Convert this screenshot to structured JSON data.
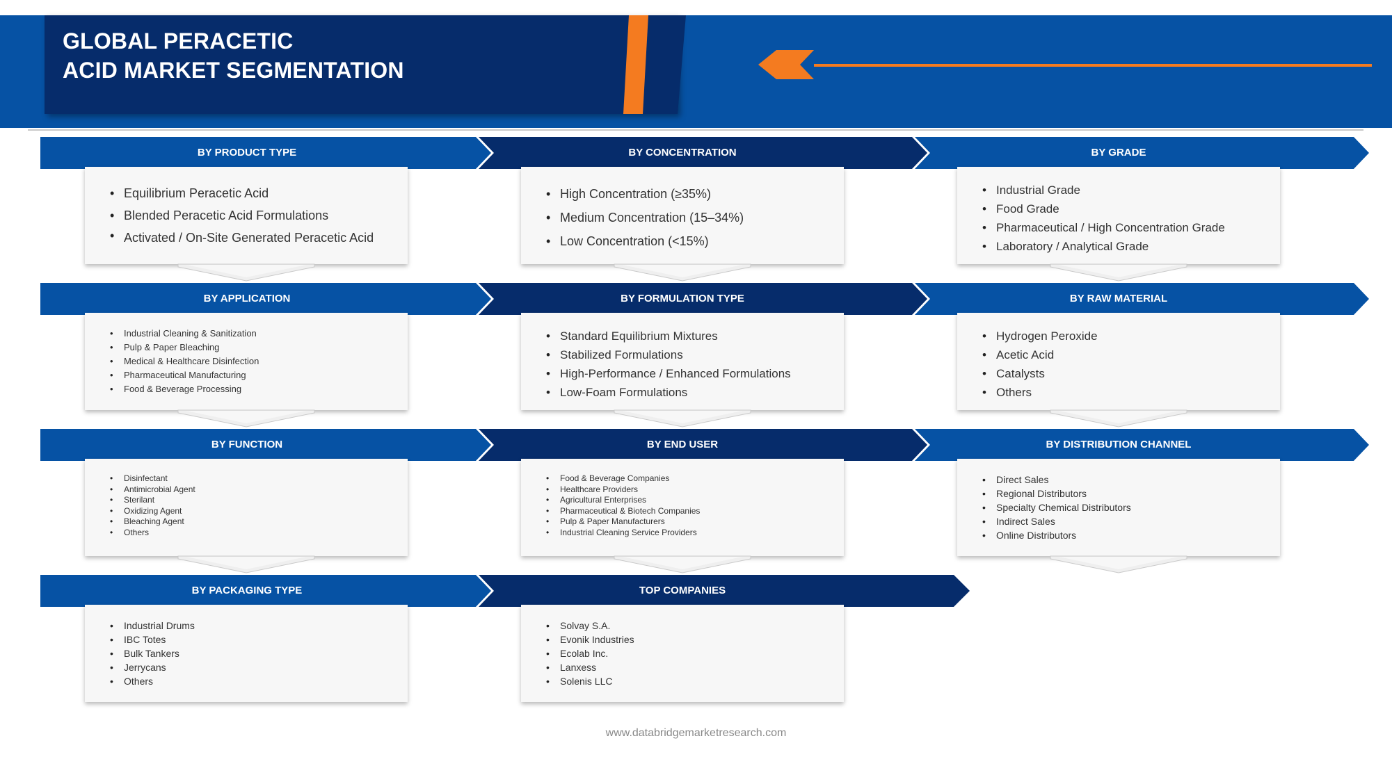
{
  "header": {
    "title_line1": "GLOBAL PERACETIC",
    "title_line2": "ACID MARKET SEGMENTATION"
  },
  "segments": [
    {
      "title": "BY PRODUCT TYPE",
      "items": [
        "Equilibrium Peracetic Acid",
        "Blended Peracetic Acid Formulations",
        "Activated / On-Site Generated Peracetic Acid"
      ]
    },
    {
      "title": "BY CONCENTRATION",
      "items": [
        "High Concentration (≥35%)",
        "Medium Concentration (15–34%)",
        "Low Concentration (<15%)"
      ]
    },
    {
      "title": "BY GRADE",
      "items": [
        "Industrial Grade",
        "Food Grade",
        "Pharmaceutical / High Concentration Grade",
        "Laboratory / Analytical Grade"
      ]
    },
    {
      "title": "BY APPLICATION",
      "items": [
        "Industrial Cleaning & Sanitization",
        "Pulp & Paper Bleaching",
        "Medical & Healthcare Disinfection",
        "Pharmaceutical Manufacturing",
        "Food & Beverage Processing"
      ]
    },
    {
      "title": "BY FORMULATION TYPE",
      "items": [
        "Standard Equilibrium Mixtures",
        "Stabilized Formulations",
        "High-Performance / Enhanced Formulations",
        "Low-Foam Formulations"
      ]
    },
    {
      "title": "BY RAW MATERIAL",
      "items": [
        "Hydrogen Peroxide",
        "Acetic Acid",
        "Catalysts",
        "Others"
      ]
    },
    {
      "title": "BY FUNCTION",
      "items": [
        "Disinfectant",
        "Antimicrobial Agent",
        "Sterilant",
        "Oxidizing Agent",
        "Bleaching Agent",
        "Others"
      ]
    },
    {
      "title": "BY END USER",
      "items": [
        "Food & Beverage Companies",
        "Healthcare Providers",
        "Agricultural Enterprises",
        "Pharmaceutical & Biotech Companies",
        "Pulp & Paper Manufacturers",
        "Industrial Cleaning Service Providers"
      ]
    },
    {
      "title": "BY DISTRIBUTION CHANNEL",
      "items": [
        "Direct Sales",
        "Regional Distributors",
        "Specialty Chemical Distributors",
        "Indirect Sales",
        "Online Distributors"
      ]
    },
    {
      "title": "BY PACKAGING TYPE",
      "items": [
        "Industrial Drums",
        "IBC Totes",
        "Bulk Tankers",
        "Jerrycans",
        "Others"
      ]
    },
    {
      "title": "TOP COMPANIES",
      "items": [
        "Solvay S.A.",
        "Evonik Industries",
        "Ecolab Inc.",
        "Lanxess",
        "Solenis LLC"
      ]
    }
  ],
  "footer": {
    "url": "www.databridgemarketresearch.com"
  },
  "colors": {
    "blue": "#0652a4",
    "navy": "#062c6b",
    "orange": "#f47b20",
    "box": "#f7f7f7"
  }
}
